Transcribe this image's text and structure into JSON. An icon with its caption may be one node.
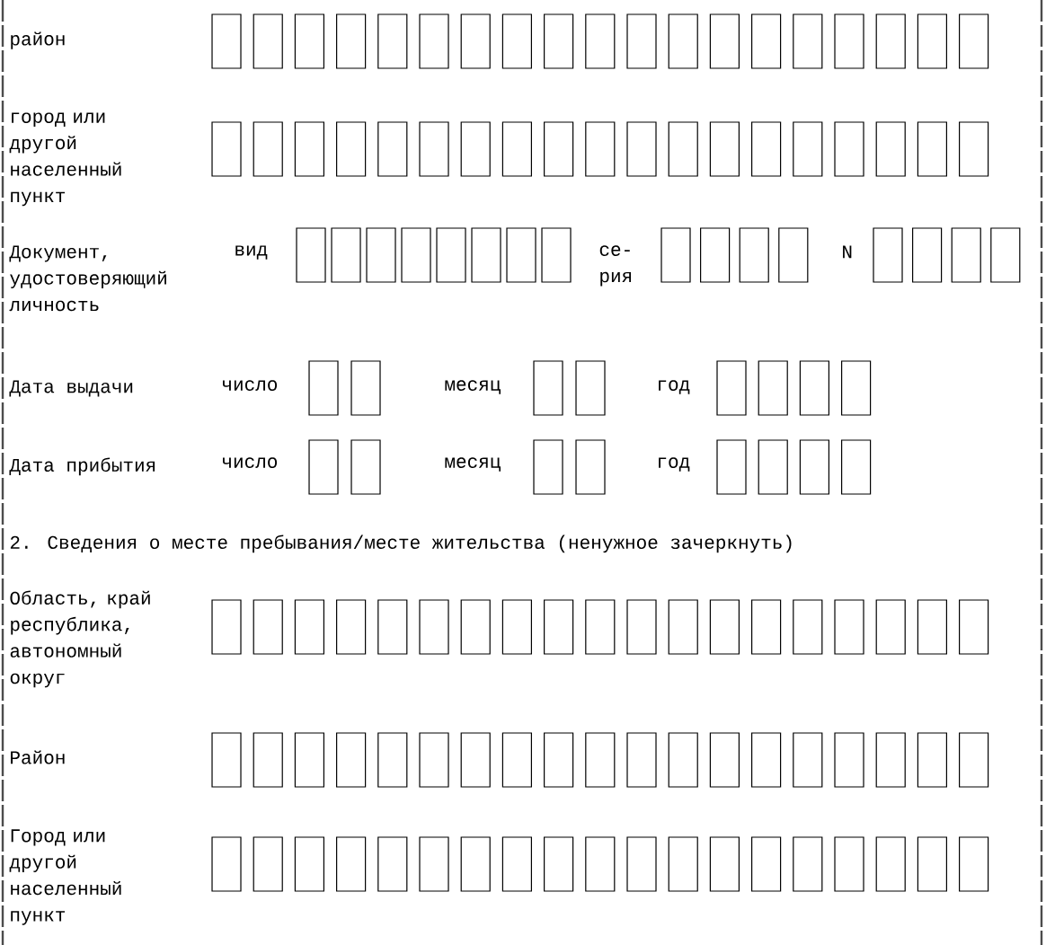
{
  "diagram": {
    "labels": [
      "район",
      "город или другой населенный пункт",
      "Документ, удостоверяющий личность",
      "вид",
      "се- рия",
      "N",
      "Дата выдачи",
      "число",
      "месяц",
      "год",
      "Дата прибытия",
      "число",
      "месяц",
      "год",
      "2. Сведения о месте пребывания/месте жительства (ненужное зачеркнуть)",
      "Область, край республика, автономный округ",
      "Район",
      "Город или другой населенный пункт"
    ]
  }
}
